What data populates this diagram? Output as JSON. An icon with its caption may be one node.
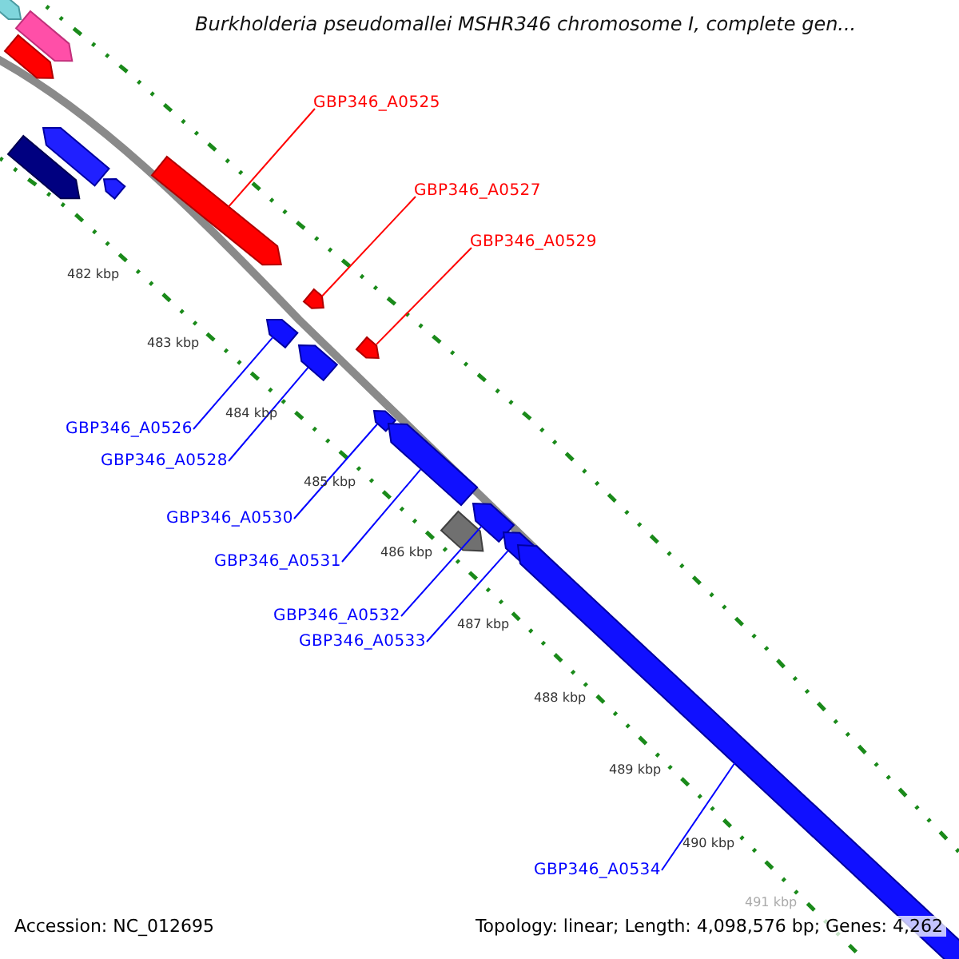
{
  "diagram": {
    "title": "Burkholderia pseudomallei MSHR346 chromosome I, complete gen...",
    "nodes": [
      {
        "text": [
          "GBP346_A0525"
        ]
      },
      {
        "text": [
          "GBP346_A0527"
        ]
      },
      {
        "text": [
          "GBP346_A0529"
        ]
      },
      {
        "text": [
          "GBP346_A0526"
        ]
      },
      {
        "text": [
          "GBP346_A0528"
        ]
      },
      {
        "text": [
          "GBP346_A0530"
        ]
      },
      {
        "text": [
          "GBP346_A0531"
        ]
      },
      {
        "text": [
          "GBP346_A0532"
        ]
      },
      {
        "text": [
          "GBP346_A0533"
        ]
      },
      {
        "text": [
          "GBP346_A0534"
        ]
      },
      {
        "text": [],
        "shape": "bar"
      },
      {
        "text": [],
        "shape": "bar"
      },
      {
        "text": [],
        "shape": "bar"
      },
      {
        "text": [],
        "shape": "bar"
      },
      {
        "text": [],
        "shape": "bar"
      },
      {
        "text": [],
        "shape": "bar"
      },
      {
        "text": [],
        "shape": "bar"
      },
      {
        "text": [],
        "shape": "bar"
      },
      {
        "text": [],
        "shape": "bar"
      },
      {
        "text": [],
        "shape": "bar"
      }
    ],
    "edges": [
      {
        "from": 0,
        "to": 10,
        "arrow": "none",
        "color": "#ff0000"
      },
      {
        "from": 1,
        "to": 11,
        "arrow": "none",
        "color": "#ff0000"
      },
      {
        "from": 2,
        "to": 13,
        "arrow": "none",
        "color": "#ff0000"
      },
      {
        "from": 3,
        "to": 12,
        "arrow": "none"
      },
      {
        "from": 4,
        "to": 14,
        "arrow": "none"
      },
      {
        "from": 5,
        "to": 15,
        "arrow": "none"
      },
      {
        "from": 6,
        "to": 16,
        "arrow": "none"
      },
      {
        "from": 7,
        "to": 17,
        "arrow": "none"
      },
      {
        "from": 8,
        "to": 18,
        "arrow": "none"
      },
      {
        "from": 9,
        "to": 19,
        "arrow": "none"
      }
    ],
    "labels": [
      "482 kbp",
      "483 kbp",
      "484 kbp",
      "485 kbp",
      "486 kbp",
      "487 kbp",
      "488 kbp",
      "489 kbp",
      "490 kbp",
      "491 kbp",
      "Accession: NC_012695",
      "Topology: linear; Length: 4,098,576 bp; Genes: 4,262"
    ]
  }
}
